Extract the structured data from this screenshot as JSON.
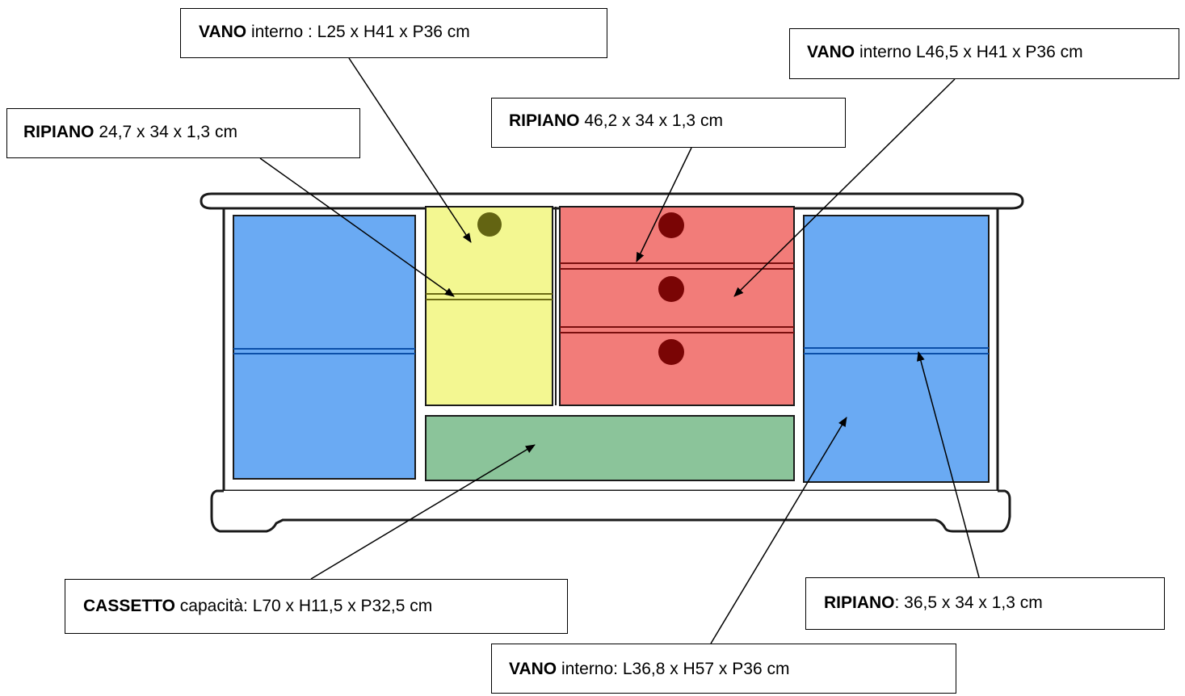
{
  "colors": {
    "outline": "#1a1a1a",
    "furniture_fill": "#ffffff",
    "side_compartment": "#6aaaf3",
    "side_shelf_line": "#0b4fa8",
    "yellow_compartment": "#f3f791",
    "yellow_shelf_line": "#6b6a12",
    "yellow_knob": "#636412",
    "red_compartment": "#f27c79",
    "red_shelf_line": "#7a0e0e",
    "red_knob": "#7a0505",
    "drawer": "#8bc49a",
    "arrow": "#000000"
  },
  "callouts": {
    "vano_top": {
      "bold": "VANO",
      "text": " interno : L25 x H41 x P36 cm"
    },
    "vano_top_right": {
      "bold": "VANO",
      "text": " interno L46,5 x H41 x P36 cm"
    },
    "ripiano_left": {
      "bold": "RIPIANO",
      "text": " 24,7 x 34 x 1,3 cm"
    },
    "ripiano_center": {
      "bold": "RIPIANO",
      "text": " 46,2 x 34 x 1,3 cm"
    },
    "cassetto": {
      "bold": "CASSETTO",
      "text": " capacità: L70 x H11,5 x P32,5 cm"
    },
    "ripiano_right": {
      "bold": "RIPIANO",
      "text": ":  36,5 x 34 x 1,3 cm"
    },
    "vano_bottom": {
      "bold": "VANO",
      "text": " interno: L36,8 x H57 x P36 cm"
    }
  }
}
